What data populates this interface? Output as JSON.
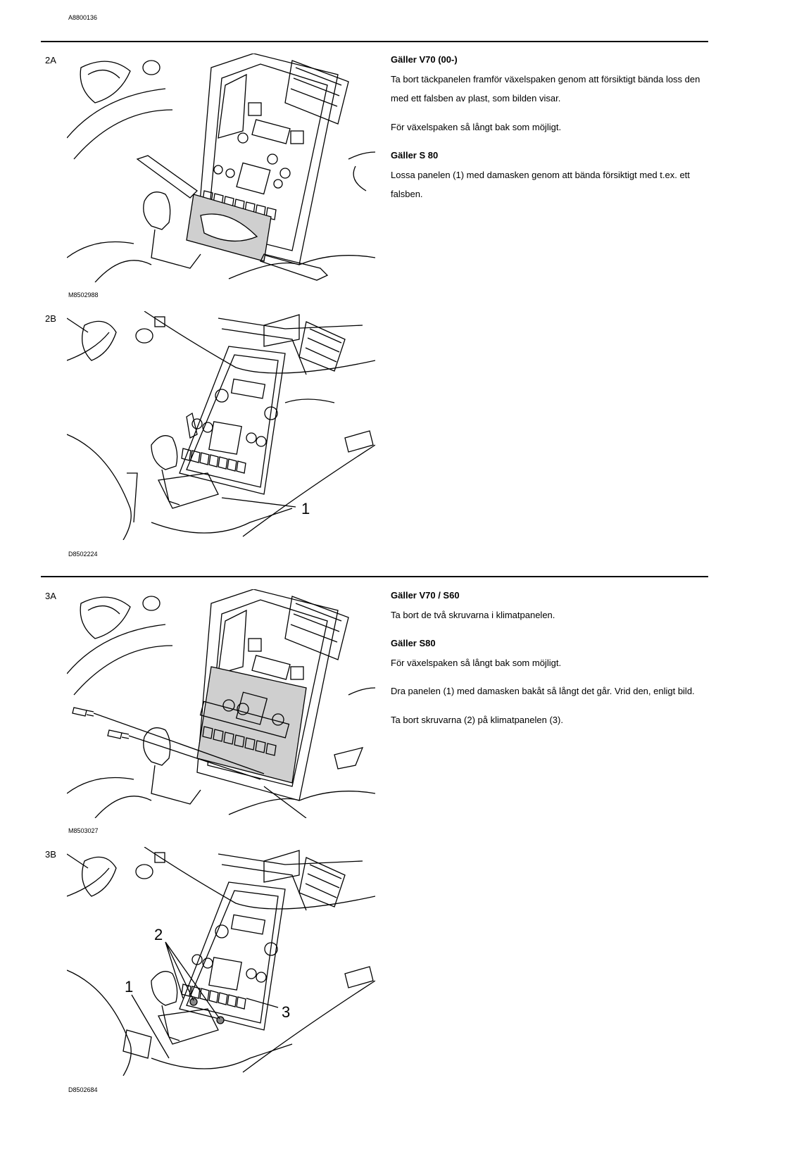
{
  "header": {
    "doc_id": "A8800136"
  },
  "steps": [
    {
      "label": "2A",
      "caption": "M8502988",
      "text": [
        {
          "heading": "Gäller V70 (00-)",
          "body": "Ta bort täckpanelen framför växelspaken genom att försiktigt bända loss den med ett falsben av plast, som bilden visar."
        },
        {
          "body": "För växelspaken så långt bak som möjligt."
        },
        {
          "heading": "Gäller S 80",
          "body": "Lossa panelen (1) med damasken genom att bända försiktigt med t.ex. ett falsben."
        }
      ]
    },
    {
      "label": "2B",
      "caption": "D8502224",
      "callouts": [
        "1"
      ]
    },
    {
      "label": "3A",
      "caption": "M8503027",
      "text": [
        {
          "heading": "Gäller V70 / S60",
          "body": "Ta bort de två skruvarna i klimatpanelen."
        },
        {
          "heading": "Gäller S80",
          "body": "För växelspaken så långt bak som möjligt."
        },
        {
          "body": "Dra panelen (1) med damasken bakåt så långt det går. Vrid den, enligt bild."
        },
        {
          "body": "Ta bort skruvarna (2) på klimatpanelen (3)."
        }
      ]
    },
    {
      "label": "3B",
      "caption": "D8502684",
      "callouts": [
        "2",
        "1",
        "3"
      ]
    }
  ]
}
